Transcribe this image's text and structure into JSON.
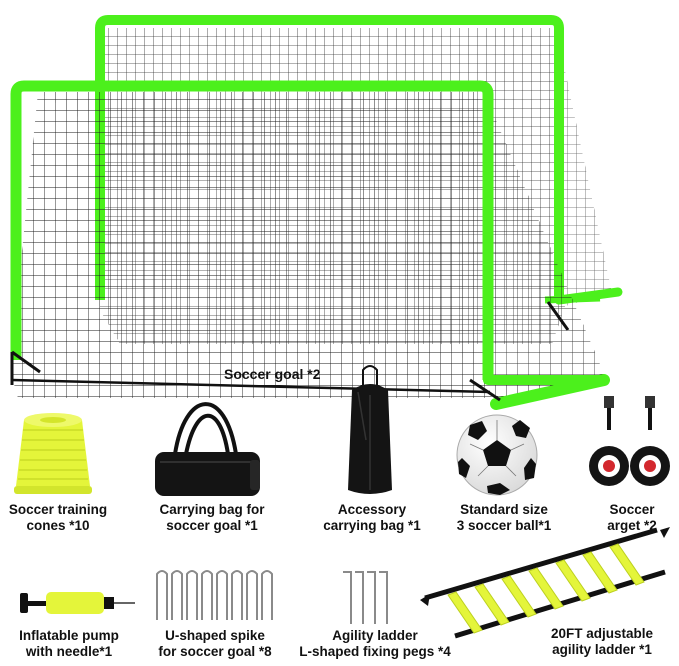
{
  "colors": {
    "frame_green": "#4cf01c",
    "net": "#1a1a1a",
    "cone_yellow": "#e4f53a",
    "bag_black": "#141414",
    "target_red": "#d3282e"
  },
  "captions": {
    "goal": "Soccer goal *2",
    "cones": {
      "line1": "Soccer training",
      "line2": "cones *10"
    },
    "carry_bag": {
      "line1": "Carrying bag for",
      "line2": "soccer goal *1"
    },
    "accessory_bag": {
      "line1": "Accessory",
      "line2": "carrying bag *1"
    },
    "ball": {
      "line1": "Standard size",
      "line2": "3 soccer ball*1"
    },
    "target": {
      "line1": "Soccer",
      "line2": "arget *2"
    },
    "pump": {
      "line1": "Inflatable pump",
      "line2": "with needle*1"
    },
    "spike": {
      "line1": "U-shaped spike",
      "line2": "for soccer goal *8"
    },
    "pegs": {
      "line1": "Agility ladder",
      "line2": "L-shaped fixing pegs *4"
    },
    "ladder": {
      "line1": "20FT adjustable",
      "line2": "agility ladder *1"
    }
  }
}
